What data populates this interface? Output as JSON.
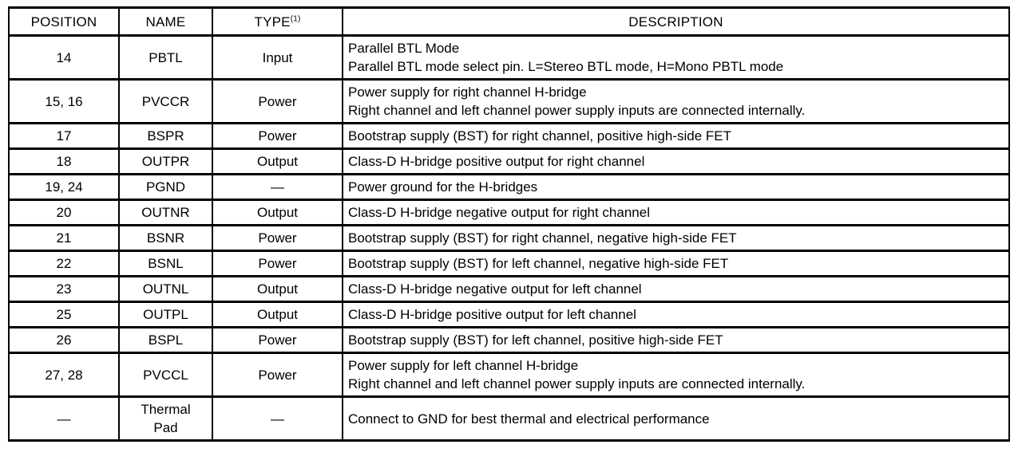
{
  "table": {
    "headers": {
      "position": "POSITION",
      "name": "NAME",
      "type": "TYPE",
      "type_superscript": "(1)",
      "description": "DESCRIPTION"
    },
    "rows": [
      {
        "position": "14",
        "name": "PBTL",
        "type": "Input",
        "description": [
          "Parallel BTL Mode",
          "Parallel BTL mode select pin. L=Stereo BTL mode, H=Mono PBTL mode"
        ]
      },
      {
        "position": "15, 16",
        "name": "PVCCR",
        "type": "Power",
        "description": [
          "Power supply for right channel H-bridge",
          "Right channel and left channel power supply inputs are connected internally."
        ]
      },
      {
        "position": "17",
        "name": "BSPR",
        "type": "Power",
        "description": [
          "Bootstrap supply (BST) for right channel, positive high-side FET"
        ]
      },
      {
        "position": "18",
        "name": "OUTPR",
        "type": "Output",
        "description": [
          "Class-D H-bridge positive output for right channel"
        ]
      },
      {
        "position": "19, 24",
        "name": "PGND",
        "type": "—",
        "description": [
          "Power ground for the H-bridges"
        ]
      },
      {
        "position": "20",
        "name": "OUTNR",
        "type": "Output",
        "description": [
          "Class-D H-bridge negative output for right channel"
        ]
      },
      {
        "position": "21",
        "name": "BSNR",
        "type": "Power",
        "description": [
          "Bootstrap supply (BST) for right channel, negative high-side FET"
        ]
      },
      {
        "position": "22",
        "name": "BSNL",
        "type": "Power",
        "description": [
          "Bootstrap supply (BST) for left channel, negative high-side FET"
        ]
      },
      {
        "position": "23",
        "name": "OUTNL",
        "type": "Output",
        "description": [
          "Class-D H-bridge negative output for left channel"
        ]
      },
      {
        "position": "25",
        "name": "OUTPL",
        "type": "Output",
        "description": [
          "Class-D H-bridge positive output for left channel"
        ]
      },
      {
        "position": "26",
        "name": "BSPL",
        "type": "Power",
        "description": [
          "Bootstrap supply (BST) for left channel, positive high-side FET"
        ]
      },
      {
        "position": "27, 28",
        "name": "PVCCL",
        "type": "Power",
        "description": [
          "Power supply for left channel H-bridge",
          "Right channel and left channel power supply inputs are connected internally."
        ]
      },
      {
        "position": "—",
        "name": "Thermal Pad",
        "type": "—",
        "description": [
          "Connect to GND for best thermal and electrical performance"
        ]
      }
    ]
  }
}
